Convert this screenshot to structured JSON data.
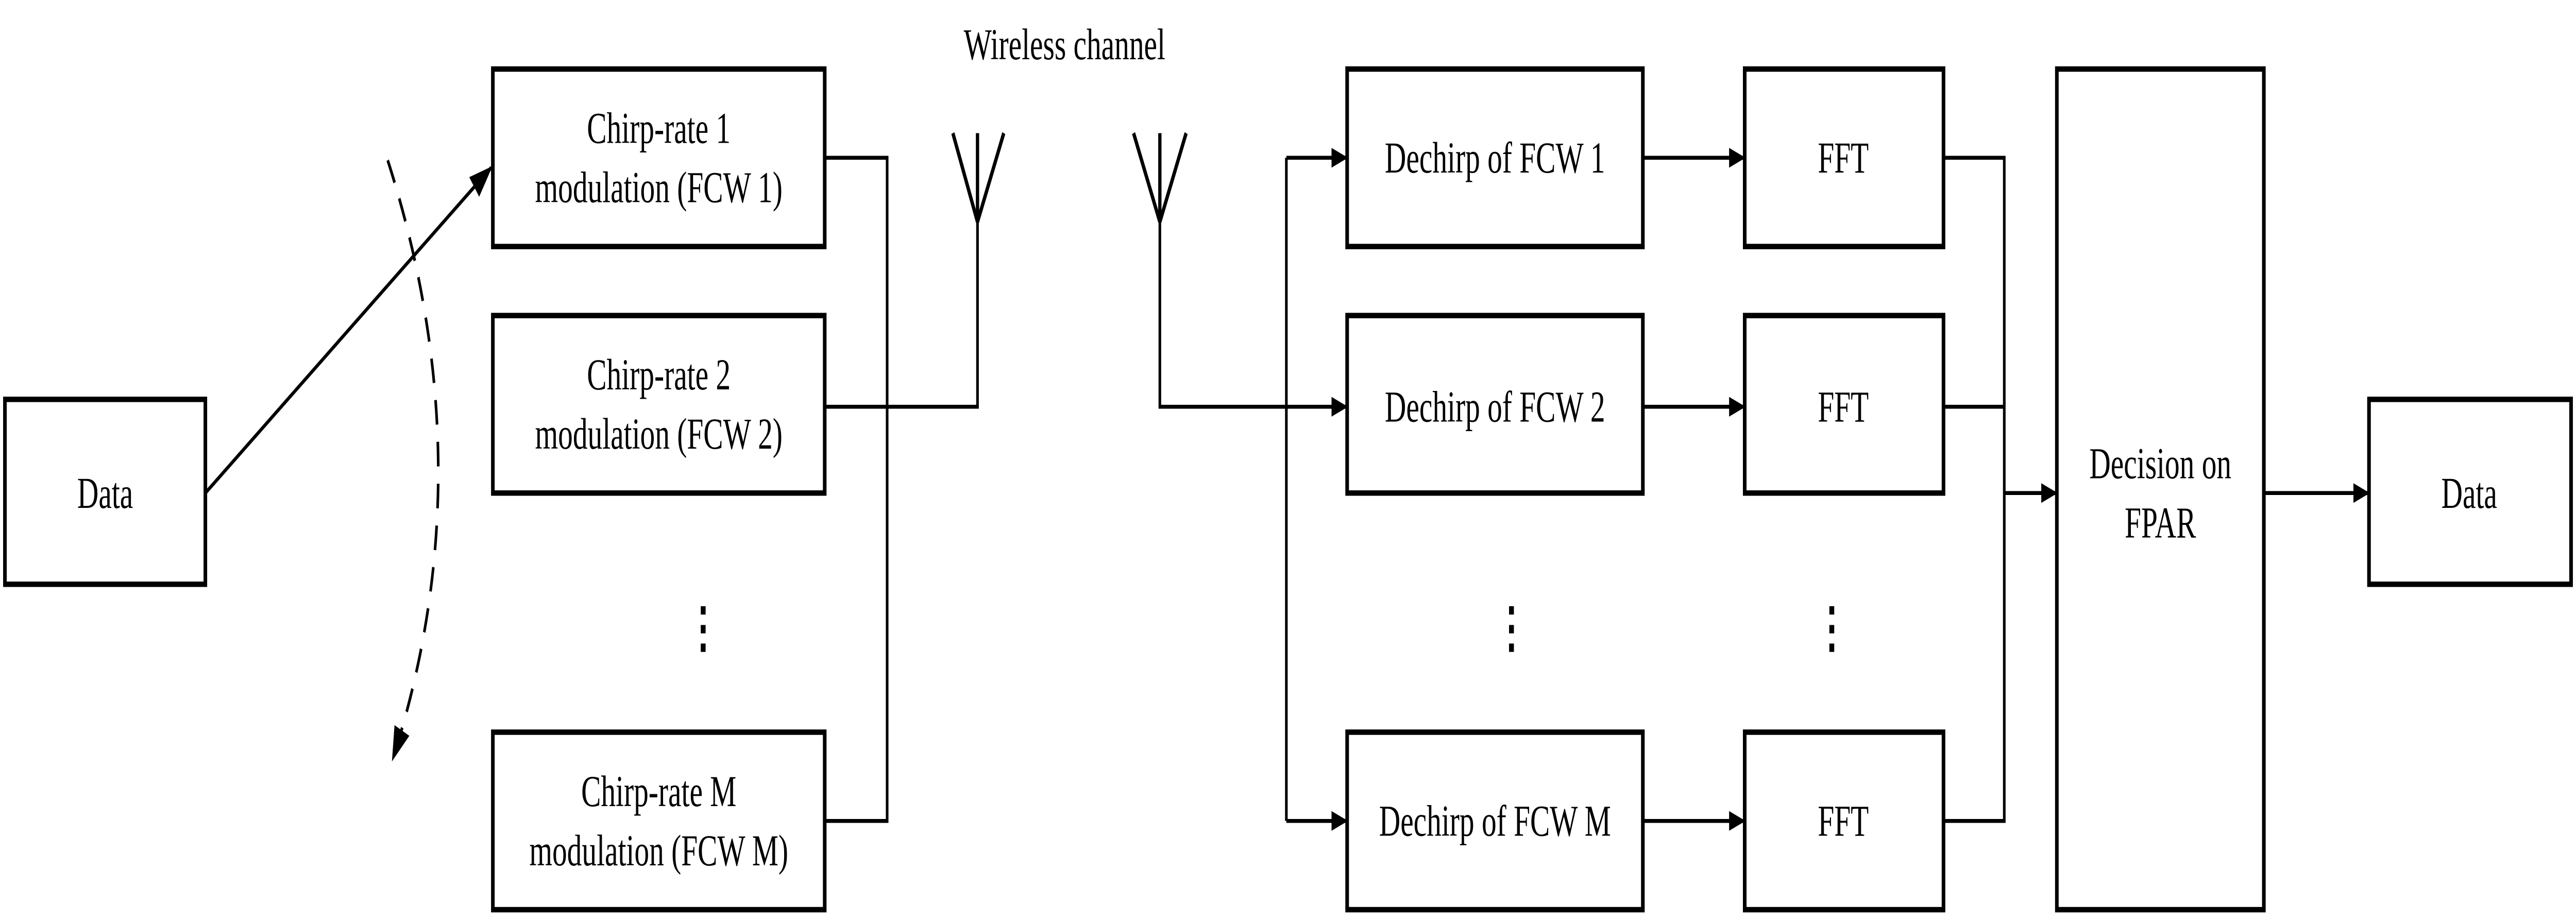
{
  "channel_label": "Wireless channel",
  "input": {
    "label": "Data"
  },
  "output": {
    "label": "Data"
  },
  "modulators": [
    {
      "line1": "Chirp-rate 1",
      "line2": "modulation (FCW 1)"
    },
    {
      "line1": "Chirp-rate 2",
      "line2": "modulation (FCW 2)"
    },
    {
      "line1": "Chirp-rate M",
      "line2": "modulation (FCW M)"
    }
  ],
  "dechirpers": [
    {
      "label": "Dechirp of FCW 1"
    },
    {
      "label": "Dechirp of FCW 2"
    },
    {
      "label": "Dechirp of FCW M"
    }
  ],
  "ffts": [
    {
      "label": "FFT"
    },
    {
      "label": "FFT"
    },
    {
      "label": "FFT"
    }
  ],
  "decision": {
    "line1": "Decision on",
    "line2": "FPAR"
  },
  "ellipsis": "⋮"
}
